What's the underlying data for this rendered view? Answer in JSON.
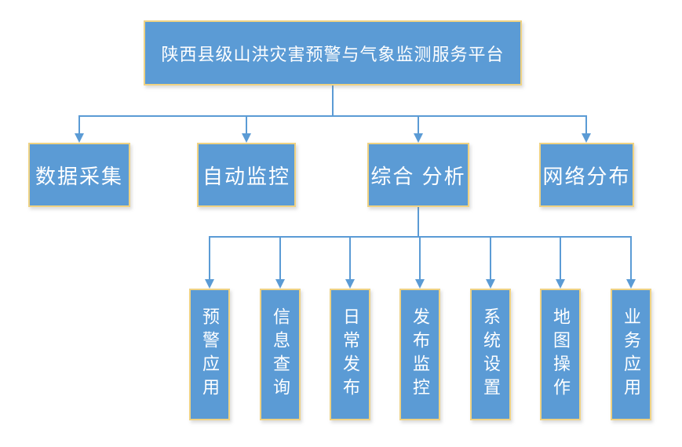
{
  "diagram": {
    "title": "陕西县级山洪灾害预警与气象监测服务平台",
    "colors": {
      "box_fill": "#5B9BD5",
      "box_border": "#EFD283",
      "connector_line": "#5B9BD5",
      "text": "#FFFFFF",
      "background": "#FFFFFF"
    },
    "nodes": {
      "root": {
        "label": "陕西县级山洪灾害预警与气象监测服务平台"
      },
      "level2": [
        {
          "label": "数据采集"
        },
        {
          "label": "自动监控"
        },
        {
          "label": "综合 分析"
        },
        {
          "label": "网络分布"
        }
      ],
      "level3": [
        {
          "label": "预警应用"
        },
        {
          "label": "信息查询"
        },
        {
          "label": "日常发布"
        },
        {
          "label": "发布监控"
        },
        {
          "label": "系统设置"
        },
        {
          "label": "地图操作"
        },
        {
          "label": "业务应用"
        }
      ]
    }
  }
}
